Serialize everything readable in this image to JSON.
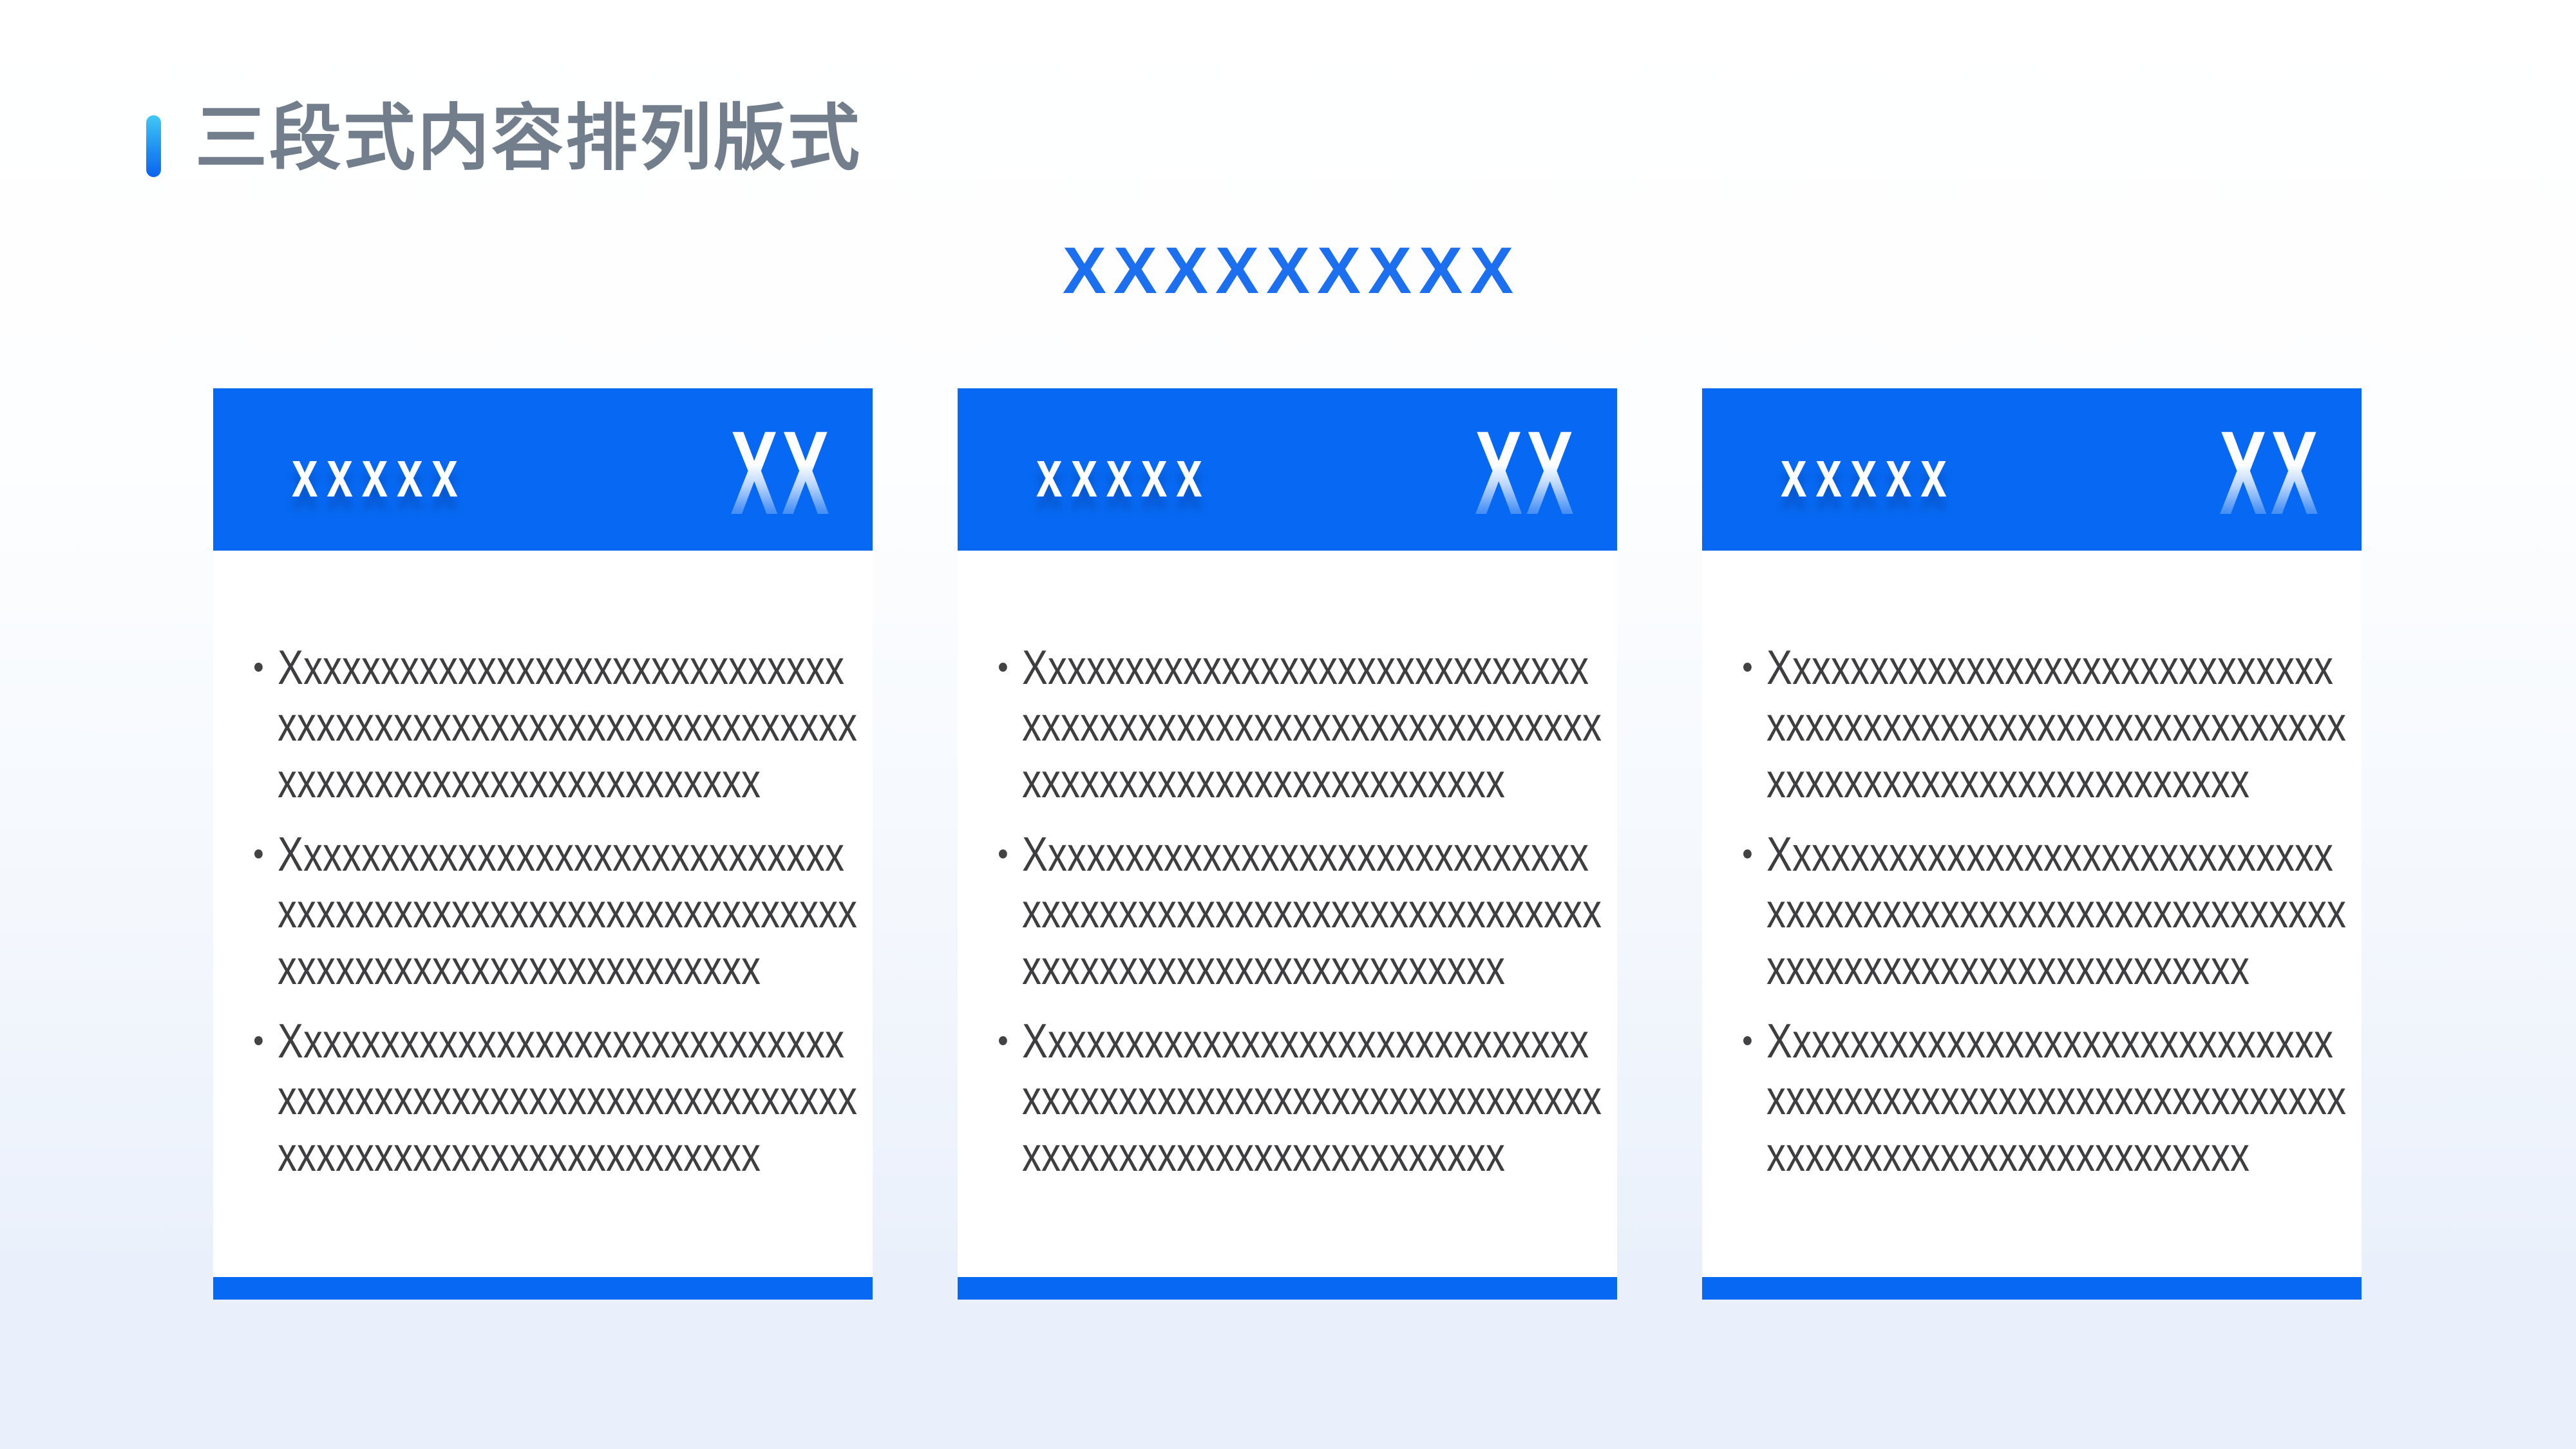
{
  "title": "三段式内容排列版式",
  "heading": "XXXXXXXXX",
  "cards": [
    {
      "label": "xxxxx",
      "corner": "XX",
      "bullets": [
        "Xxxxxxxxxxxxxxxxxxxxxxxxxxxxxxxxxxxxxxxxxxxxxxxxxxxxxxxxxxxxxxxxxxxxxxxxxxxxxxxxxxxx",
        "Xxxxxxxxxxxxxxxxxxxxxxxxxxxxxxxxxxxxxxxxxxxxxxxxxxxxxxxxxxxxxxxxxxxxxxxxxxxxxxxxxxxx",
        "Xxxxxxxxxxxxxxxxxxxxxxxxxxxxxxxxxxxxxxxxxxxxxxxxxxxxxxxxxxxxxxxxxxxxxxxxxxxxxxxxxxxx"
      ]
    },
    {
      "label": "xxxxx",
      "corner": "XX",
      "bullets": [
        "Xxxxxxxxxxxxxxxxxxxxxxxxxxxxxxxxxxxxxxxxxxxxxxxxxxxxxxxxxxxxxxxxxxxxxxxxxxxxxxxxxxxx",
        "Xxxxxxxxxxxxxxxxxxxxxxxxxxxxxxxxxxxxxxxxxxxxxxxxxxxxxxxxxxxxxxxxxxxxxxxxxxxxxxxxxxxx",
        "Xxxxxxxxxxxxxxxxxxxxxxxxxxxxxxxxxxxxxxxxxxxxxxxxxxxxxxxxxxxxxxxxxxxxxxxxxxxxxxxxxxxx"
      ]
    },
    {
      "label": "xxxxx",
      "corner": "XX",
      "bullets": [
        "Xxxxxxxxxxxxxxxxxxxxxxxxxxxxxxxxxxxxxxxxxxxxxxxxxxxxxxxxxxxxxxxxxxxxxxxxxxxxxxxxxxxx",
        "Xxxxxxxxxxxxxxxxxxxxxxxxxxxxxxxxxxxxxxxxxxxxxxxxxxxxxxxxxxxxxxxxxxxxxxxxxxxxxxxxxxxx",
        "Xxxxxxxxxxxxxxxxxxxxxxxxxxxxxxxxxxxxxxxxxxxxxxxxxxxxxxxxxxxxxxxxxxxxxxxxxxxxxxxxxxxx"
      ]
    }
  ],
  "colors": {
    "card_header_blue": "#0769f3",
    "card_footer_blue": "#0769f3",
    "heading_blue": "#1c70f0",
    "title_gray": "#727e8c",
    "body_text_gray": "#3e3e41",
    "accent_bar_top": "#41c8f5",
    "accent_bar_bottom": "#0b63ee",
    "background_top": "#ffffff",
    "background_bottom": "#e9effb",
    "card_background": "#ffffff",
    "header_label_white": "#ffffff"
  }
}
